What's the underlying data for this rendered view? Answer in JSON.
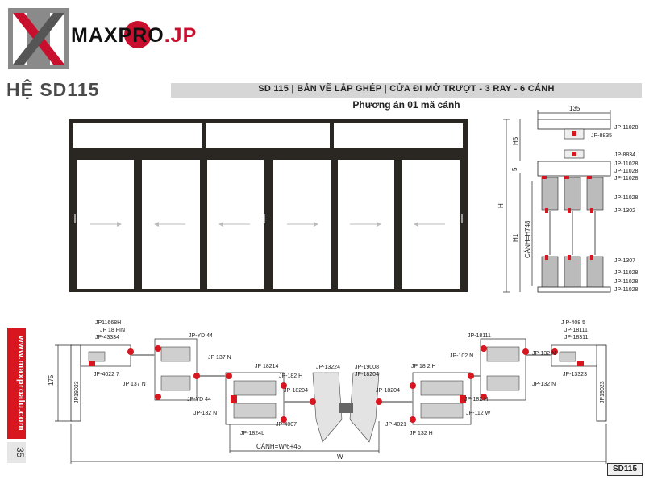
{
  "brand": {
    "name": "MAXPRO",
    "suffix": ".JP"
  },
  "system_title": "HỆ SD115",
  "doc_title": "SD 115 | BẢN VẼ LẮP GHÉP | CỬA ĐI MỞ TRƯỢT - 3 RAY - 6 CÁNH",
  "subtitle": "Phương án 01 mã cánh",
  "side_url": "www.maxproalu.com",
  "page_number": "35",
  "corner_tag": "SD115",
  "colors": {
    "accent": "#d7161f",
    "frame": "#2a2622",
    "gray_band": "#d6d6d6"
  },
  "vertical_section": {
    "dim_top": "135",
    "dim_h5": "H5",
    "dim_5": "5",
    "dim_h": "H",
    "dim_h1": "H1",
    "dim_sash": "CÁNH=H748",
    "labels": [
      "JP-11028",
      "JP-8835",
      "JP-8834",
      "JP-11028",
      "JP-11028",
      "JP-11028",
      "JP-11028",
      "JP-1302",
      "JP-1307",
      "JP-11028",
      "JP-11028",
      "JP-11028"
    ]
  },
  "horizontal_section": {
    "dim_175": "175",
    "dim_w": "W",
    "dim_sash": "CÁNH=W/6+45",
    "left_vertical_label": "JP19023",
    "right_vertical_label": "JP19023",
    "labels_left": [
      "JP11668H",
      "JP 18 FIN",
      "JP-43334",
      "JP-4022 7",
      "JP-YD 44",
      "JP 137 N",
      "JP 137 N",
      "JP-YD 44",
      "JP-132 N",
      "JP 18214",
      "JP-182 H",
      "JP-18204",
      "JP-4007",
      "JP-1824L",
      "JP-13224"
    ],
    "labels_right": [
      "JP-19008",
      "JP-18204",
      "JP-18204",
      "JP 18 2 H",
      "JP-4021",
      "JP 132 H",
      "JP-112 W",
      "JP-182 H",
      "JP-132 N",
      "JP-102 N",
      "JP-18111",
      "JP-132 N",
      "JP-13323",
      "JP-18311",
      "JP-18111",
      "J P-408 5"
    ]
  }
}
